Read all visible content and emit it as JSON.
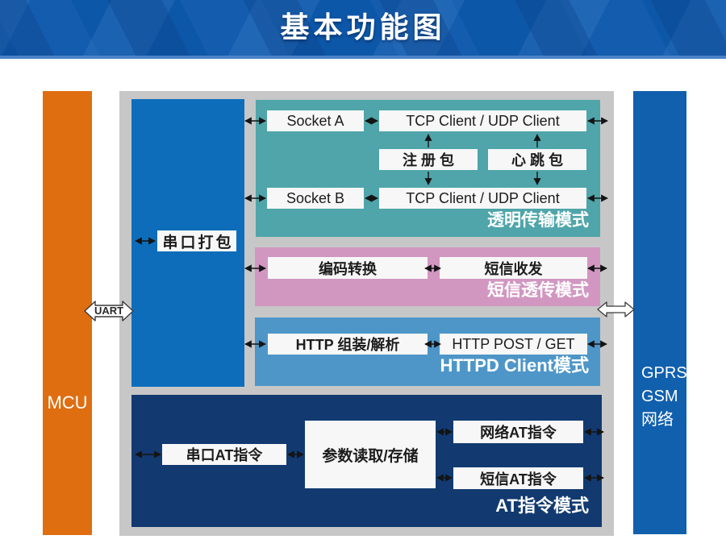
{
  "header": {
    "title": "基本功能图"
  },
  "mcu": {
    "label": "MCU"
  },
  "uart": {
    "label": "UART"
  },
  "network": {
    "line1": "GPRS",
    "line2": "GSM",
    "line3": "网络"
  },
  "serial_pack": {
    "label": "串口打包"
  },
  "transparent_mode": {
    "title": "透明传输模式",
    "socket_a": "Socket A",
    "tcp_top": "TCP Client / UDP Client",
    "reg_packet": "注册包",
    "heartbeat_packet": "心跳包",
    "socket_b": "Socket B",
    "tcp_bottom": "TCP Client / UDP Client"
  },
  "sms_mode": {
    "title": "短信透传模式",
    "encode_convert": "编码转换",
    "sms_send_recv": "短信收发"
  },
  "httpd_mode": {
    "title": "HTTPD Client模式",
    "http_build_parse": "HTTP 组装/解析",
    "http_post_get": "HTTP POST / GET"
  },
  "at_mode": {
    "title": "AT指令模式",
    "serial_at": "串口AT指令",
    "param_rw": "参数读取/存储",
    "network_at": "网络AT指令",
    "sms_at": "短信AT指令"
  },
  "colors": {
    "header_blue": "#0d57a8",
    "header_strip": "#4b83c7",
    "mcu_orange": "#df6e11",
    "network_blue": "#1160ae",
    "panel_gray": "#c7c7c8",
    "serial_pack_blue": "#0e6dbb",
    "transparent_teal": "#4fa5a9",
    "sms_pink": "#d197c1",
    "httpd_blue": "#4e96c8",
    "at_navy": "#123a70",
    "box_white": "#f7f7f7",
    "arrow_black": "#141414"
  }
}
